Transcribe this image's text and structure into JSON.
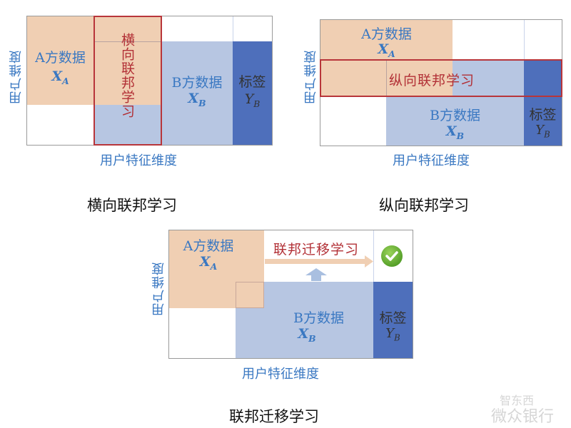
{
  "colors": {
    "party_a": "#f0cfb3",
    "party_b": "#b7c6e2",
    "label": "#4e6fbb",
    "highlight_border": "#b8353a",
    "text_blue": "#3a78c2",
    "text_red": "#b23036",
    "check_green": "#6fb33a"
  },
  "diagrams": [
    {
      "id": "horizontal",
      "caption": "横向联邦学习",
      "y_axis_label": "用户维度",
      "x_axis_label": "用户特征维度",
      "party_a": {
        "name": "A方数据",
        "symbol": "X",
        "sub": "A"
      },
      "party_b": {
        "name": "B方数据",
        "symbol": "X",
        "sub": "B"
      },
      "label": {
        "name": "标签",
        "symbol": "Y",
        "sub": "B"
      },
      "highlight": "横向联邦学习"
    },
    {
      "id": "vertical",
      "caption": "纵向联邦学习",
      "y_axis_label": "用户维度",
      "x_axis_label": "用户特征维度",
      "party_a": {
        "name": "A方数据",
        "symbol": "X",
        "sub": "A"
      },
      "party_b": {
        "name": "B方数据",
        "symbol": "X",
        "sub": "B"
      },
      "label": {
        "name": "标签",
        "symbol": "Y",
        "sub": "B"
      },
      "highlight": "纵向联邦学习"
    },
    {
      "id": "transfer",
      "caption": "联邦迁移学习",
      "y_axis_label": "用户维度",
      "x_axis_label": "用户特征维度",
      "party_a": {
        "name": "A方数据",
        "symbol": "X",
        "sub": "A"
      },
      "party_b": {
        "name": "B方数据",
        "symbol": "X",
        "sub": "B"
      },
      "label": {
        "name": "标签",
        "symbol": "Y",
        "sub": "B"
      },
      "highlight": "联邦迁移学习",
      "status_icon": "check-circle-icon"
    }
  ],
  "watermark": {
    "line1": "智东西",
    "line2": "微众银行"
  }
}
